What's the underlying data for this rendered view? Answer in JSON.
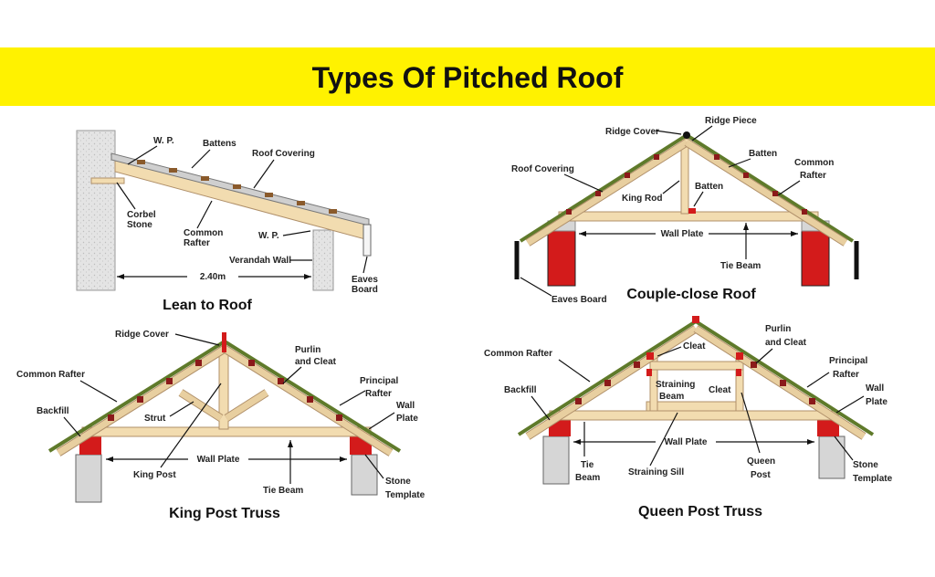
{
  "title": "Types Of Pitched Roof",
  "colors": {
    "banner": "#fff200",
    "red": "#d31b1b",
    "wood": "#f2dcb0",
    "grey": "#d6d6d6",
    "green": "#5f7a2a"
  },
  "lean_to": {
    "caption": "Lean to Roof",
    "wp_top": "W. P.",
    "battens": "Battens",
    "roof_covering": "Roof Covering",
    "corbel": "Corbel",
    "stone": "Stone",
    "common": "Common",
    "rafter": "Rafter",
    "wp_bottom": "W. P.",
    "verandah_wall": "Verandah Wall",
    "span": "2.40m",
    "eaves": "Eaves",
    "board": "Board"
  },
  "couple_close": {
    "caption": "Couple-close Roof",
    "ridge_cover": "Ridge Cover",
    "ridge_piece": "Ridge Piece",
    "roof_covering": "Roof Covering",
    "batten_top": "Batten",
    "common": "Common",
    "rafter": "Rafter",
    "king_rod": "King Rod",
    "batten_mid": "Batten",
    "wall_plate": "Wall Plate",
    "tie_beam": "Tie Beam",
    "eaves_board": "Eaves Board"
  },
  "king_post": {
    "caption": "King Post Truss",
    "ridge_cover": "Ridge Cover",
    "common_rafter": "Common Rafter",
    "purlin": "Purlin",
    "and_cleat": "and Cleat",
    "principal": "Principal",
    "rafter": "Rafter",
    "backfill": "Backfill",
    "strut": "Strut",
    "wall": "Wall",
    "plate": "Plate",
    "wall_plate": "Wall Plate",
    "king_post": "King Post",
    "tie_beam": "Tie Beam",
    "stone": "Stone",
    "template": "Template"
  },
  "queen_post": {
    "caption": "Queen Post Truss",
    "common_rafter": "Common Rafter",
    "cleat_top": "Cleat",
    "purlin": "Purlin",
    "and_cleat": "and Cleat",
    "principal": "Principal",
    "rafter": "Rafter",
    "backfill": "Backfill",
    "straining": "Straining",
    "beam": "Beam",
    "cleat_mid": "Cleat",
    "wall": "Wall",
    "plate": "Plate",
    "wall_plate": "Wall Plate",
    "tie": "Tie",
    "tie_beam_word": "Beam",
    "straining_sill": "Straining Sill",
    "queen": "Queen",
    "post": "Post",
    "stone": "Stone",
    "template": "Template"
  }
}
